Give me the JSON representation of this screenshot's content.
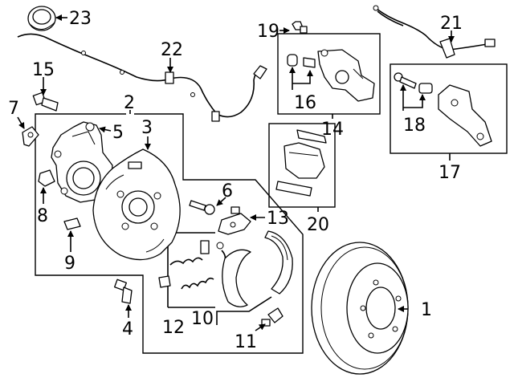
{
  "callouts": {
    "c1": "1",
    "c2": "2",
    "c3": "3",
    "c4": "4",
    "c5": "5",
    "c6": "6",
    "c7": "7",
    "c8": "8",
    "c9": "9",
    "c10": "10",
    "c11": "11",
    "c12": "12",
    "c13": "13",
    "c14": "14",
    "c15": "15",
    "c16": "16",
    "c17": "17",
    "c18": "18",
    "c19": "19",
    "c20": "20",
    "c21": "21",
    "c22": "22",
    "c23": "23"
  },
  "line_color": "#000000",
  "background": "#ffffff"
}
